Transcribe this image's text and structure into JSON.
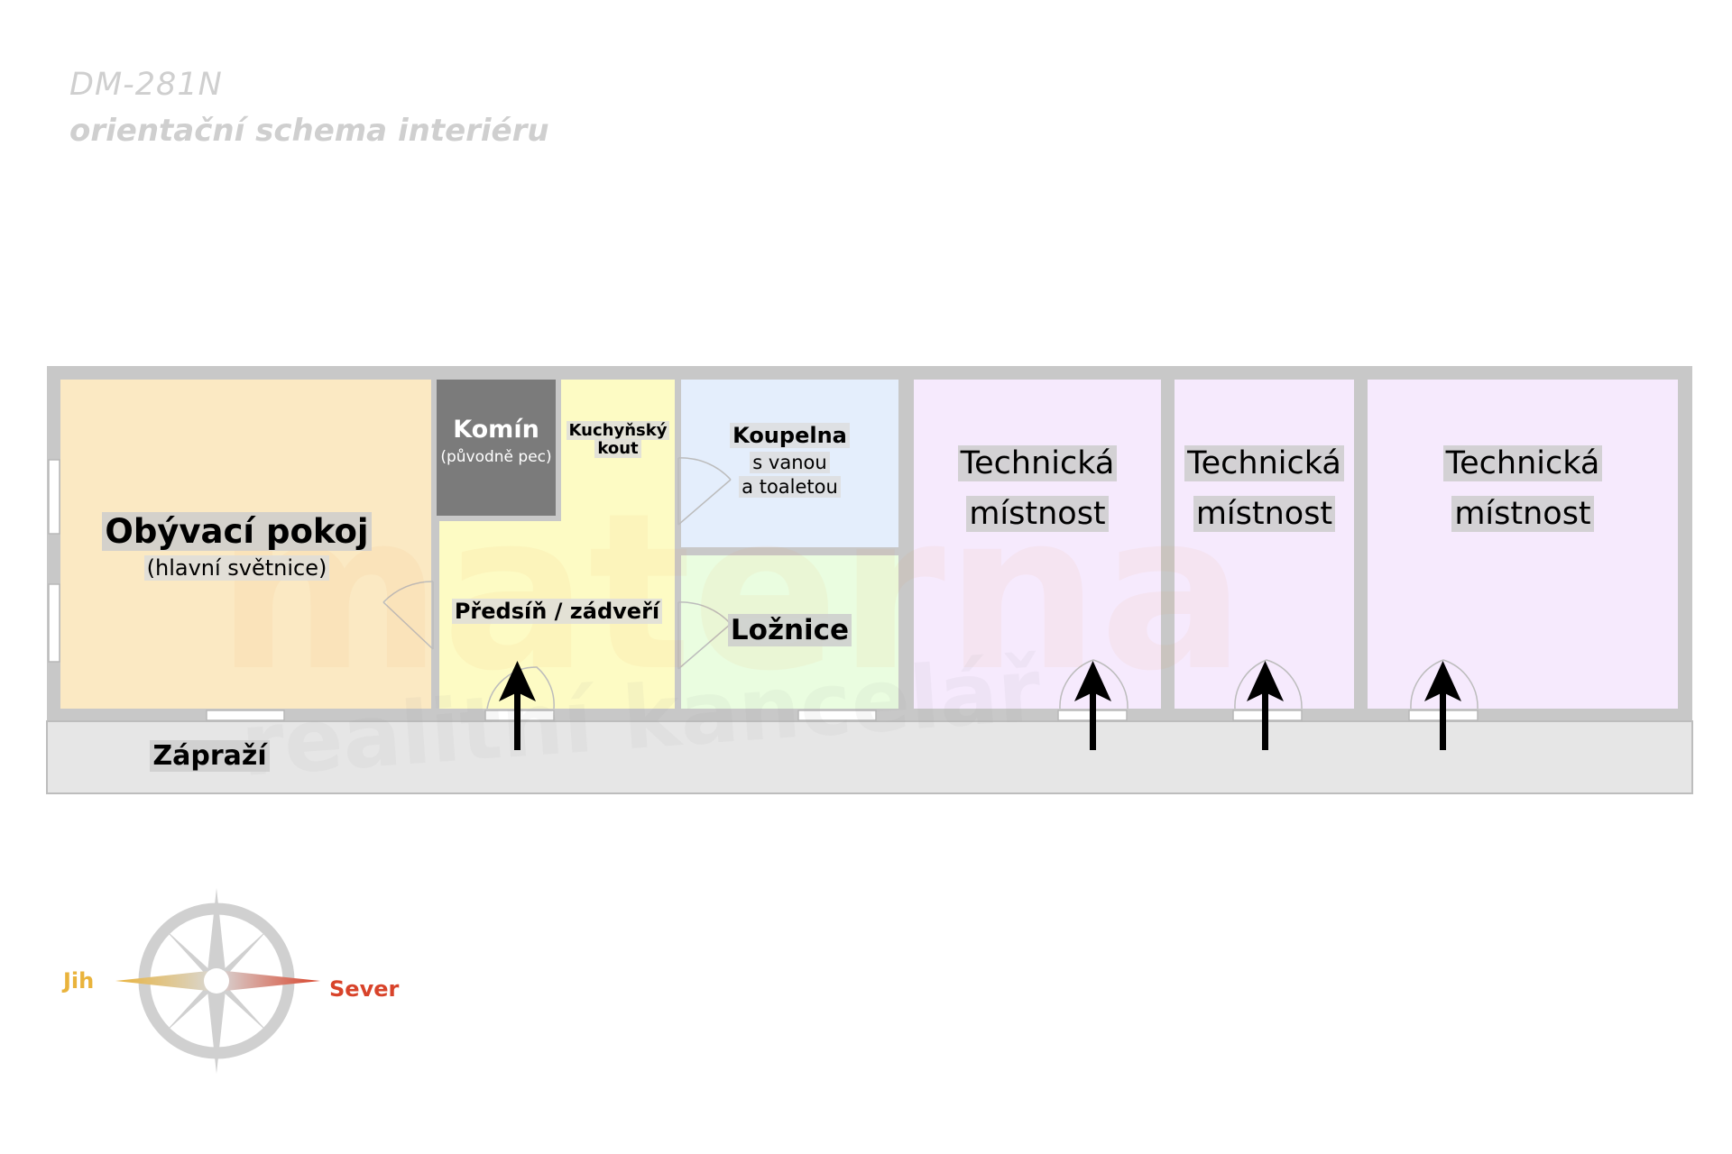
{
  "header": {
    "code": "DM-281N",
    "subtitle": "orientační schema interiéru"
  },
  "watermark": {
    "line1": "materna",
    "line2": "realitní kancelář"
  },
  "rooms": {
    "living": {
      "name": "Obývací pokoj",
      "sub": "(hlavní světnice)"
    },
    "chimney": {
      "name": "Komín",
      "sub": "(původně pec)"
    },
    "kitchen": {
      "line1": "Kuchyňský",
      "line2": "kout"
    },
    "bathroom": {
      "name": "Koupelna",
      "line2": "s vanou",
      "line3": "a toaletou"
    },
    "hall": {
      "name": "Předsíň / zádveří"
    },
    "bedroom": {
      "name": "Ložnice"
    },
    "tech1": {
      "line1": "Technická",
      "line2": "místnost"
    },
    "tech2": {
      "line1": "Technická",
      "line2": "místnost"
    },
    "tech3": {
      "line1": "Technická",
      "line2": "místnost"
    },
    "porch": {
      "name": "Zápraží"
    }
  },
  "compass": {
    "south": "Jih",
    "north": "Sever",
    "south_color": "#e9b33c",
    "north_color": "#d8432a"
  },
  "colors": {
    "wall": "#c8c8c8",
    "living": "#fbe9c3",
    "chimney": "#7b7b7b",
    "hall": "#fdfbc4",
    "bathroom": "#e4eefc",
    "bedroom": "#eafde0",
    "tech": "#f6eafd",
    "porch": "#e6e6e6"
  }
}
